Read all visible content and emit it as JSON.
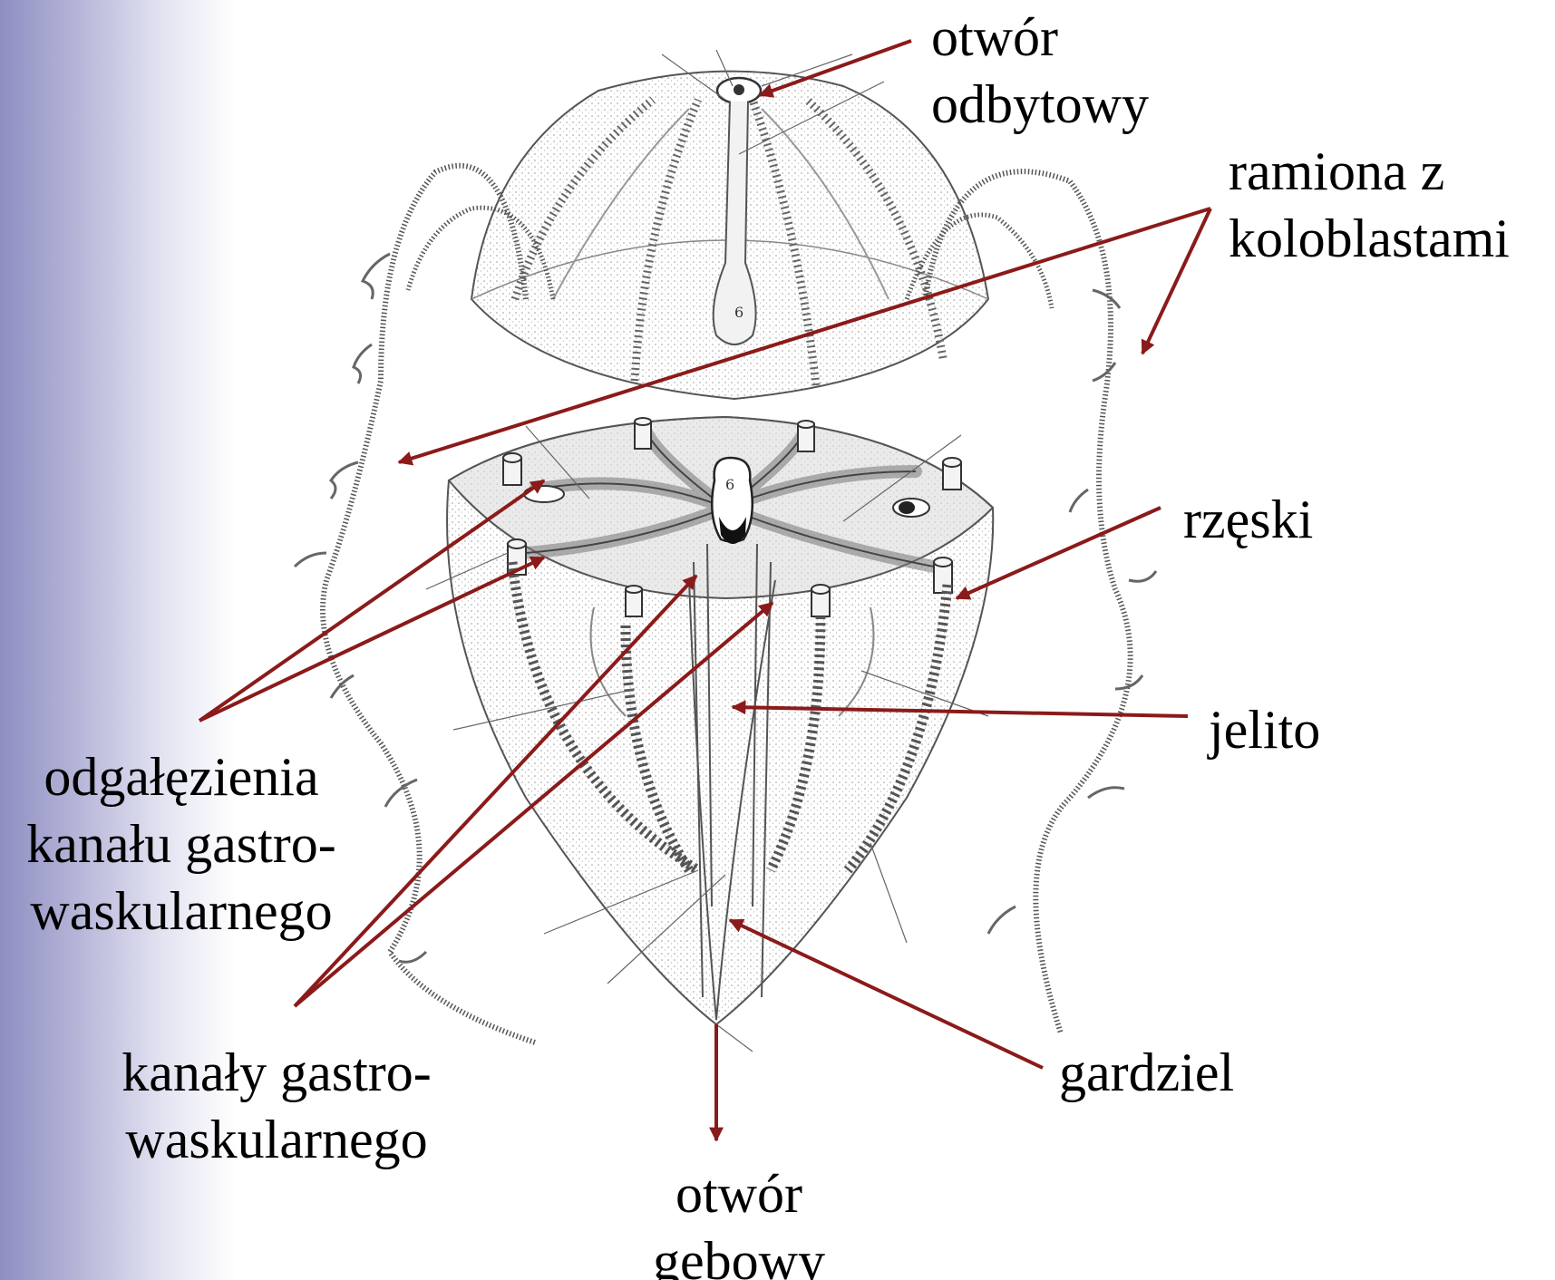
{
  "colors": {
    "arrow": "#8b1a1a",
    "drawing": "#555555",
    "background": "#ffffff",
    "side_gradient": "#8e8ec2"
  },
  "organism": {
    "marker_top": "6",
    "marker_bottom": "6"
  },
  "labels": {
    "otwor_odbytowy": [
      "otwór",
      "odbytowy"
    ],
    "ramiona": [
      "ramiona z",
      "koloblastami"
    ],
    "rzeski": [
      "rzęski"
    ],
    "jelito": [
      "jelito"
    ],
    "odgalezienia": [
      "odgałęzienia",
      "kanału gastro-",
      "waskularnego"
    ],
    "kanaly": [
      "kanały gastro-",
      "waskularnego"
    ],
    "gardziel": [
      "gardziel"
    ],
    "otwor_gebowy": [
      "otwór",
      "gebowy"
    ]
  }
}
